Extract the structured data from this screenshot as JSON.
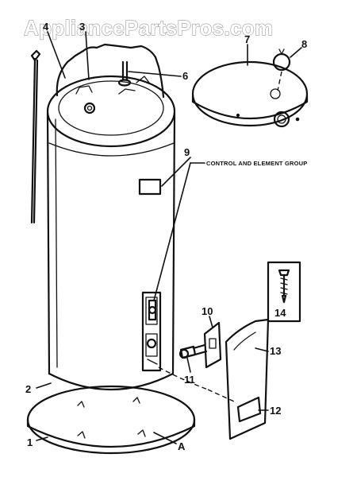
{
  "watermark": "AppliancePartsPros.com",
  "annotation": "CONTROL AND ELEMENT GROUP",
  "callouts": {
    "n1": "1",
    "n2": "2",
    "n3": "3",
    "n4": "4",
    "n6": "6",
    "n7": "7",
    "n8": "8",
    "n9": "9",
    "n10": "10",
    "n11": "11",
    "n12": "12",
    "n13": "13",
    "n14": "14",
    "nA": "A"
  }
}
